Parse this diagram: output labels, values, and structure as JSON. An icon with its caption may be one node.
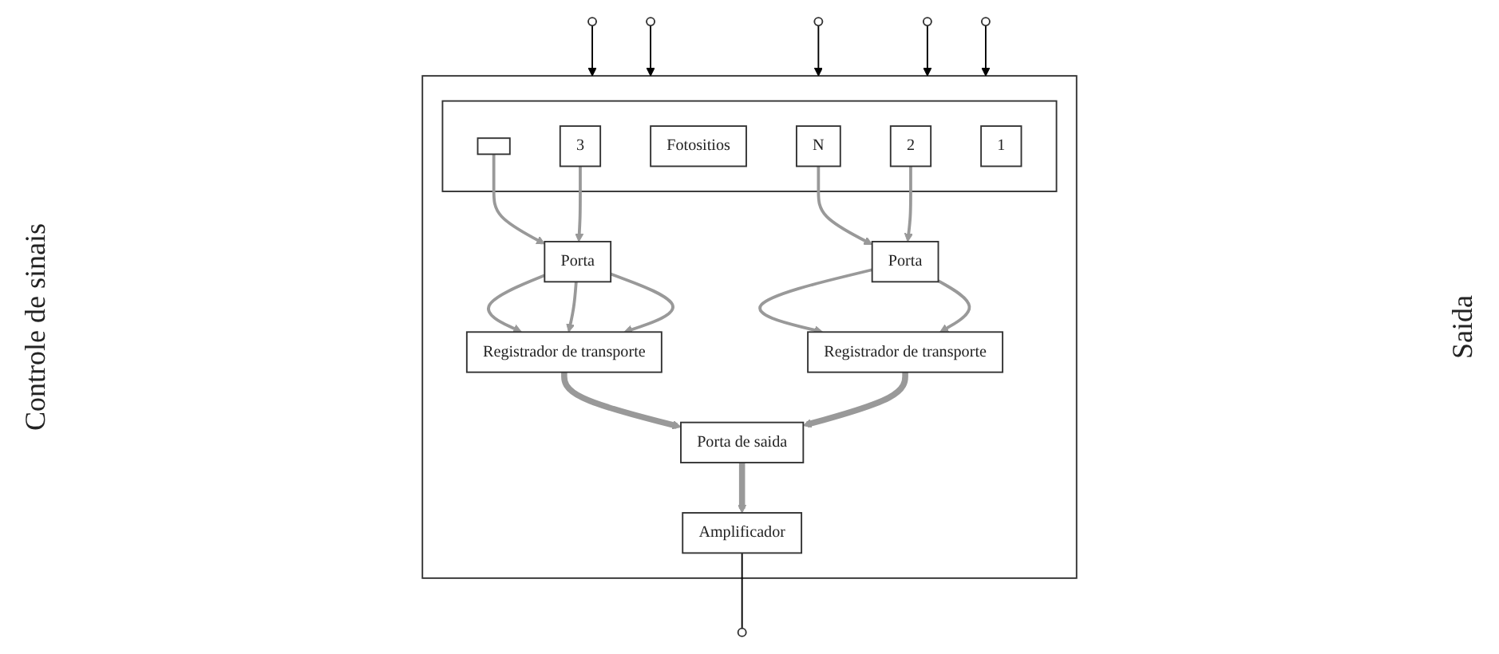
{
  "diagram": {
    "nodes": [
      {
        "text": [],
        "shape": "box"
      },
      {
        "text": [
          "Registrador de transporte"
        ],
        "in": 0
      },
      {
        "text": [
          "Porta"
        ],
        "in": 0
      },
      {
        "text": [],
        "shape": "box",
        "in": 0
      },
      {
        "text": [
          "N"
        ],
        "in": 3
      },
      {
        "text": [],
        "shape": "box",
        "in": 3
      },
      {
        "text": [
          "Fotositios"
        ],
        "in": 3
      },
      {
        "text": [
          "3"
        ],
        "in": 3
      },
      {
        "text": [
          "2"
        ],
        "in": 3
      },
      {
        "text": [
          "1"
        ],
        "in": 3
      },
      {
        "text": [
          "Porta"
        ],
        "in": 0
      },
      {
        "text": [
          "Registrador de transporte"
        ],
        "in": 0
      },
      {
        "text": [
          "Porta de saida"
        ],
        "in": 0
      },
      {
        "text": [
          "Amplificador"
        ],
        "in": 0
      },
      {
        "text": [],
        "shape": "circle"
      },
      {
        "text": [],
        "shape": "circle"
      },
      {
        "text": [],
        "shape": "circle"
      },
      {
        "text": [],
        "shape": "circle"
      },
      {
        "text": [],
        "shape": "circle"
      },
      {
        "text": [],
        "shape": "circle"
      }
    ],
    "edges": [
      {
        "from": 15,
        "to": 0,
        "arrow": "to",
        "color": "#000000"
      },
      {
        "from": 16,
        "to": 0,
        "arrow": "to",
        "color": "#000000"
      },
      {
        "from": 17,
        "to": 0,
        "arrow": "to",
        "color": "#000000"
      },
      {
        "from": 18,
        "to": 0,
        "arrow": "to",
        "color": "#000000"
      },
      {
        "from": 19,
        "to": 0,
        "arrow": "to",
        "color": "#000000"
      },
      {
        "from": 2,
        "to": 1,
        "arrow": "to"
      },
      {
        "from": 2,
        "to": 1,
        "arrow": "to"
      },
      {
        "from": 2,
        "to": 1,
        "arrow": "to"
      },
      {
        "from": 5,
        "to": 2,
        "arrow": "to"
      },
      {
        "from": 7,
        "to": 2,
        "arrow": "to"
      },
      {
        "from": 4,
        "to": 10,
        "arrow": "to"
      },
      {
        "from": 8,
        "to": 10,
        "arrow": "to"
      },
      {
        "from": 10,
        "to": 11,
        "arrow": "to"
      },
      {
        "from": 10,
        "to": 11,
        "arrow": "to"
      },
      {
        "from": 1,
        "to": 12,
        "arrow": "to",
        "style": "thick"
      },
      {
        "from": 11,
        "to": 12,
        "arrow": "to",
        "style": "thick"
      },
      {
        "from": 12,
        "to": 13,
        "arrow": "to",
        "style": "thick"
      },
      {
        "from": 13,
        "to": 14,
        "arrow": "none",
        "color": "#000000"
      }
    ],
    "labels": [
      "Controle de sinais",
      "Saida"
    ]
  }
}
